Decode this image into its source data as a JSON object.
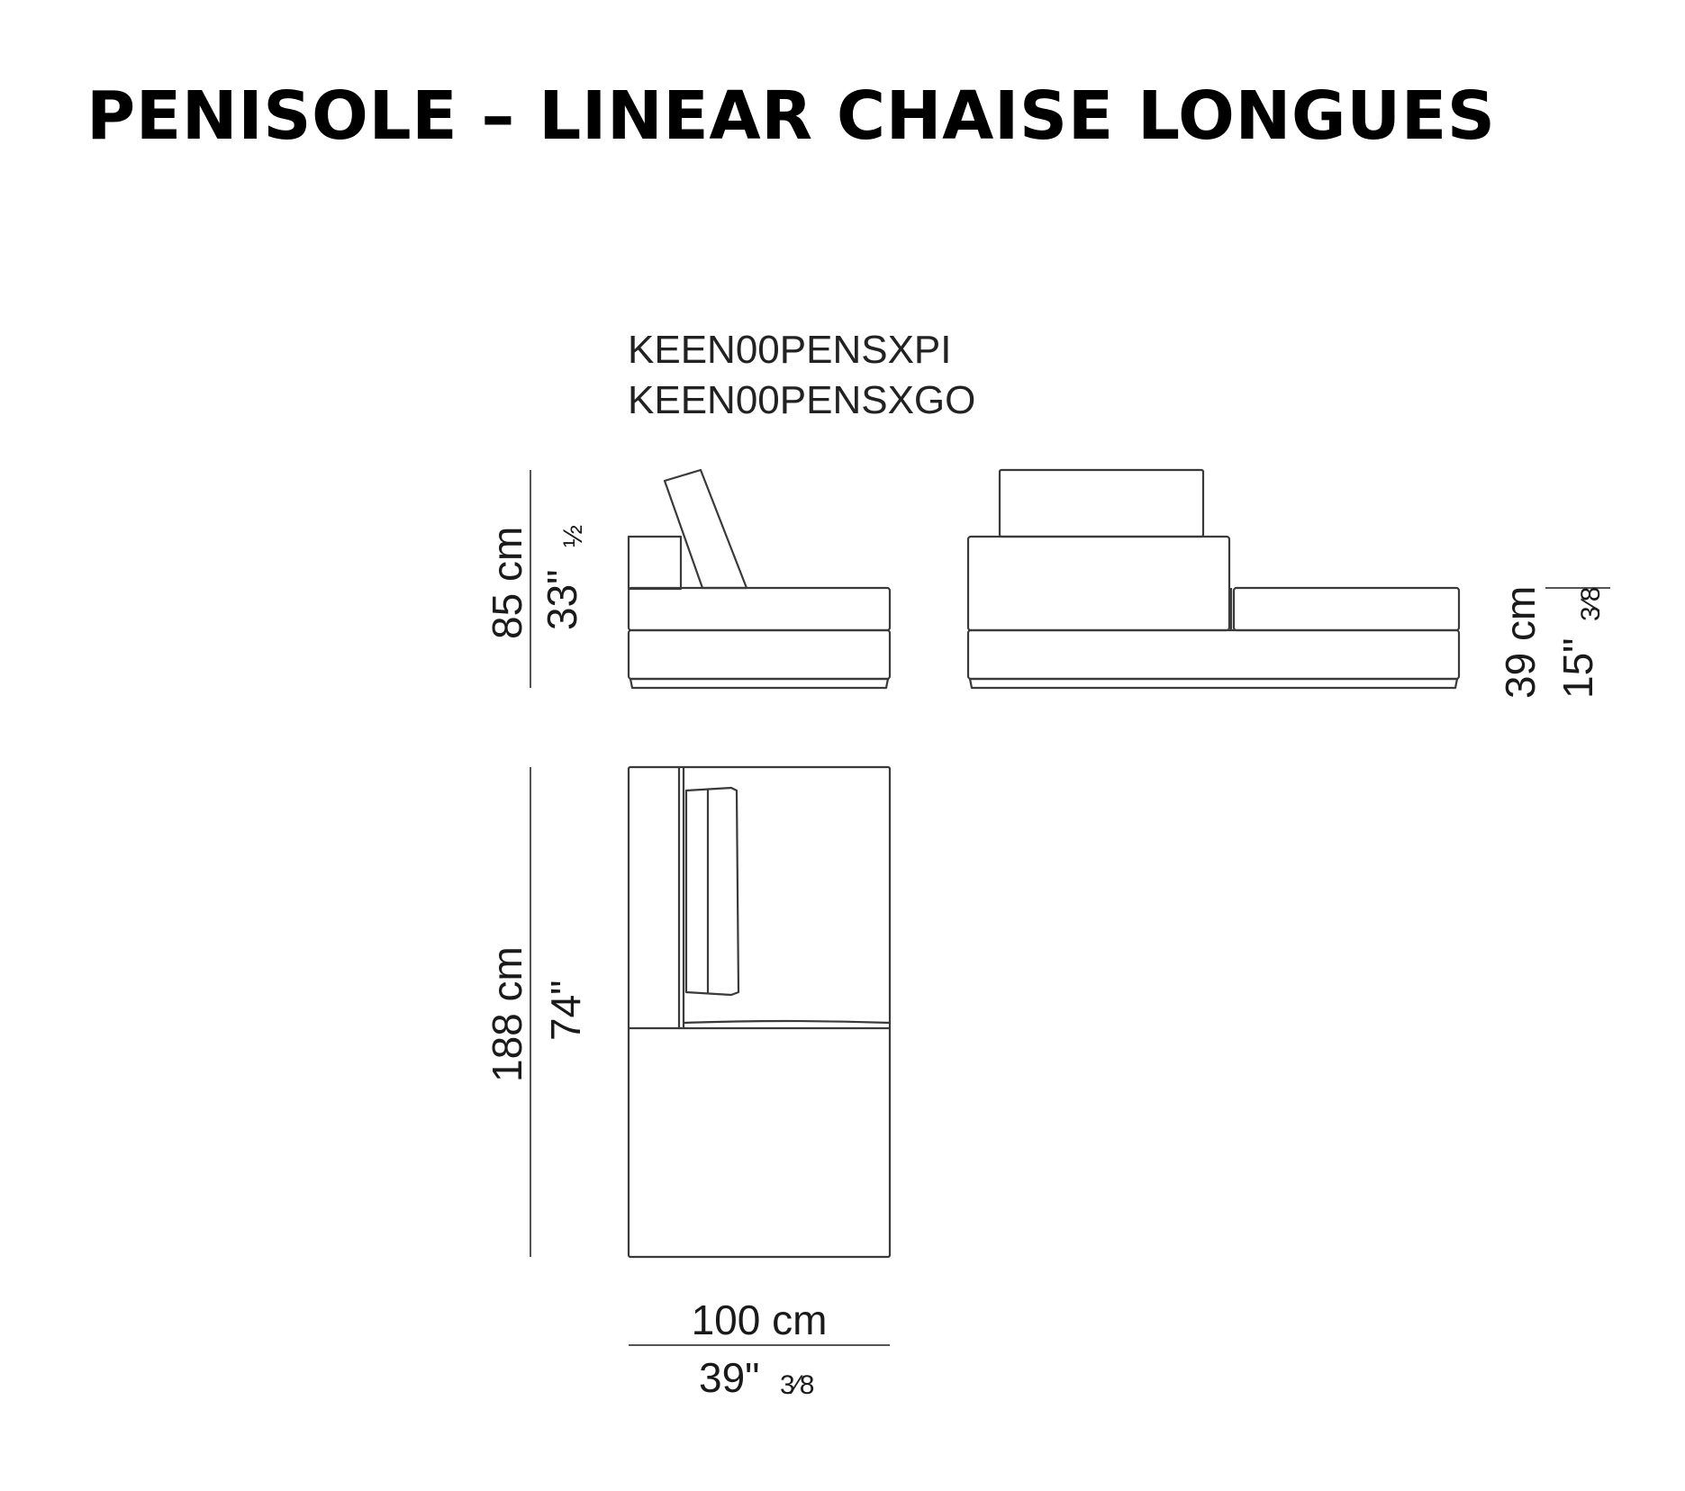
{
  "title": "PENISOLE – LINEAR CHAISE LONGUES",
  "product_codes": [
    "KEEN00PENSXPI",
    "KEEN00PENSXGO"
  ],
  "dimensions": {
    "height": {
      "cm": "85 cm",
      "inch": "33\"",
      "frac": "½"
    },
    "seat_height": {
      "cm": "39 cm",
      "inch": "15\"",
      "frac": "3⁄8"
    },
    "depth": {
      "cm": "188 cm",
      "inch": "74\""
    },
    "width": {
      "cm": "100 cm",
      "inch": "39\"",
      "frac": "3⁄8"
    }
  },
  "colors": {
    "line": "#3a3a3a",
    "text": "#1a1a1a"
  }
}
